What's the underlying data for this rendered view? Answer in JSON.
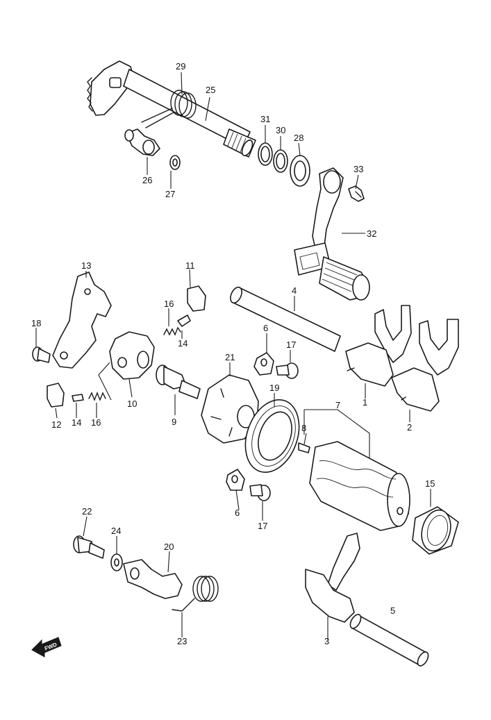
{
  "labels": {
    "p1": "1",
    "p2": "2",
    "p3": "3",
    "p4": "4",
    "p5": "5",
    "p6a": "6",
    "p6b": "6",
    "p7": "7",
    "p8": "8",
    "p9": "9",
    "p10": "10",
    "p11": "11",
    "p12": "12",
    "p13": "13",
    "p14a": "14",
    "p14b": "14",
    "p15": "15",
    "p16a": "16",
    "p16b": "16",
    "p17a": "17",
    "p17b": "17",
    "p18": "18",
    "p19": "19",
    "p20": "20",
    "p21": "21",
    "p22": "22",
    "p23": "23",
    "p24": "24",
    "p25": "25",
    "p26": "26",
    "p27": "27",
    "p28": "28",
    "p29": "29",
    "p30": "30",
    "p31": "31",
    "p32": "32",
    "p33": "33"
  },
  "fwd_arrow": {
    "text": "FWD",
    "icon": "fwd-arrow-icon"
  }
}
